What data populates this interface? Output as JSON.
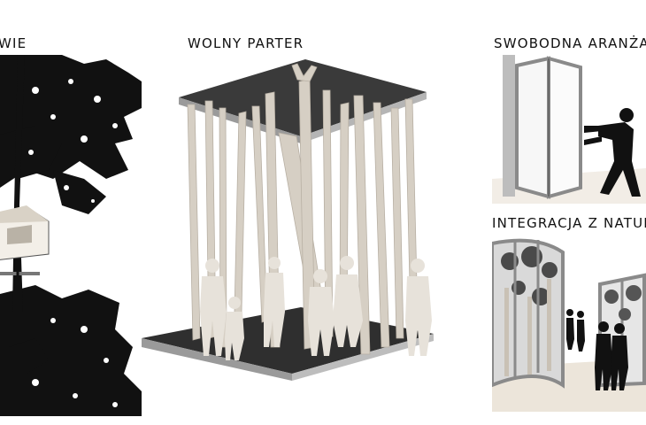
{
  "labels": {
    "left": "WIE",
    "center": "WOLNY PARTER",
    "top_right": "SWOBODNA ARANŻAC",
    "bottom_right": "INTEGRACJA Z NATUR"
  },
  "colors": {
    "ink": "#111111",
    "floor": "#2f2f2f",
    "floor_edge": "#9a9a9a",
    "trunk": "#d6cfc4",
    "trunk_shade": "#c3bbb0",
    "figure": "#e7e2da",
    "wall": "#f2ede6",
    "glass_frame": "#8a8a8a"
  }
}
